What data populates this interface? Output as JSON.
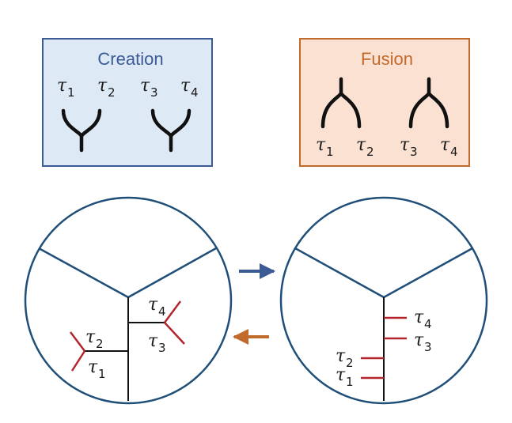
{
  "creation_box": {
    "title": "Creation",
    "title_color": "#3c5a94",
    "fill": "#dde9f5",
    "stroke": "#3c5a94",
    "labels": [
      {
        "sym": "τ",
        "sub": "1"
      },
      {
        "sym": "τ",
        "sub": "2"
      },
      {
        "sym": "τ",
        "sub": "3"
      },
      {
        "sym": "τ",
        "sub": "4"
      }
    ]
  },
  "fusion_box": {
    "title": "Fusion",
    "title_color": "#c06a2c",
    "fill": "#fbe1d2",
    "stroke": "#c06a2c",
    "labels": [
      {
        "sym": "τ",
        "sub": "1"
      },
      {
        "sym": "τ",
        "sub": "2"
      },
      {
        "sym": "τ",
        "sub": "3"
      },
      {
        "sym": "τ",
        "sub": "4"
      }
    ]
  },
  "left_disk": {
    "labels": [
      {
        "sym": "τ",
        "sub": "4"
      },
      {
        "sym": "τ",
        "sub": "3"
      },
      {
        "sym": "τ",
        "sub": "2"
      },
      {
        "sym": "τ",
        "sub": "1"
      }
    ]
  },
  "right_disk": {
    "labels": [
      {
        "sym": "τ",
        "sub": "4"
      },
      {
        "sym": "τ",
        "sub": "3"
      },
      {
        "sym": "τ",
        "sub": "2"
      },
      {
        "sym": "τ",
        "sub": "1"
      }
    ]
  },
  "colors": {
    "circle": "#1f4e79",
    "anyon_red": "#b3262d",
    "arrow_forward": "#3c5a94",
    "arrow_backward": "#c06a2c",
    "worldline": "#111111"
  }
}
